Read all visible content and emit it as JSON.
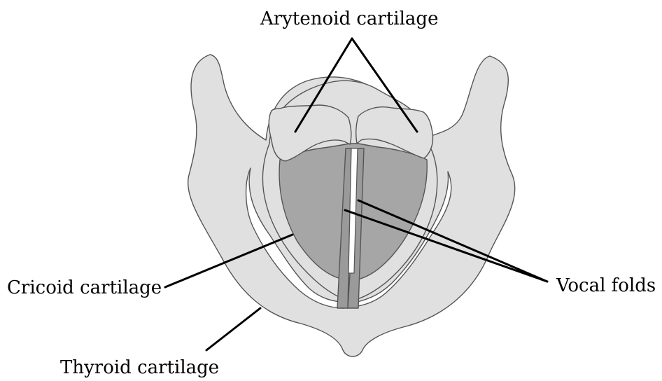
{
  "labels": {
    "arytenoid": "Arytenoid cartilage",
    "cricoid": "Cricoid cartilage",
    "vocal_folds": "Vocal folds",
    "thyroid": "Thyroid cartilage"
  },
  "colors": {
    "cartilage_fill": "#e0e0e0",
    "fold_region_fill": "#a6a6a6",
    "vocal_fold_fill": "#9a9a9a",
    "outline": "#555555",
    "background": "#ffffff",
    "leader_line": "#000000"
  }
}
